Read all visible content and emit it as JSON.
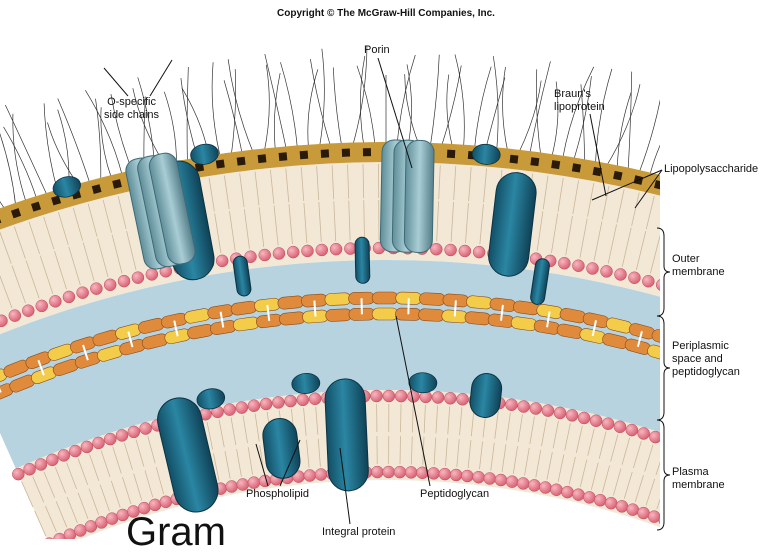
{
  "copyright": "Copyright © The McGraw-Hill Companies, Inc.",
  "caption": "Gram",
  "labels": {
    "o_specific": [
      "O-specific",
      "side chains"
    ],
    "porin": "Porin",
    "brauns": [
      "Braun's",
      "lipoprotein"
    ],
    "lps": "Lipopolysaccharide",
    "outer": [
      "Outer",
      "membrane"
    ],
    "periplasmic": [
      "Periplasmic",
      "space and",
      "peptidoglycan"
    ],
    "plasma": [
      "Plasma",
      "membrane"
    ],
    "phospholipid": "Phospholipid",
    "peptidoglycan": "Peptidoglycan",
    "integral": "Integral protein"
  },
  "colors": {
    "membrane_bg": "#f3e8d6",
    "head": "#e87c8c",
    "periplasm": "#b7d3df",
    "lps_band": "#c89a3a",
    "lps_square": "#2a1a0a",
    "protein": "#1f6f8b",
    "porin": "#8fb6c0",
    "pg_orange": "#e08a3c",
    "pg_yellow": "#f3cc4a"
  }
}
